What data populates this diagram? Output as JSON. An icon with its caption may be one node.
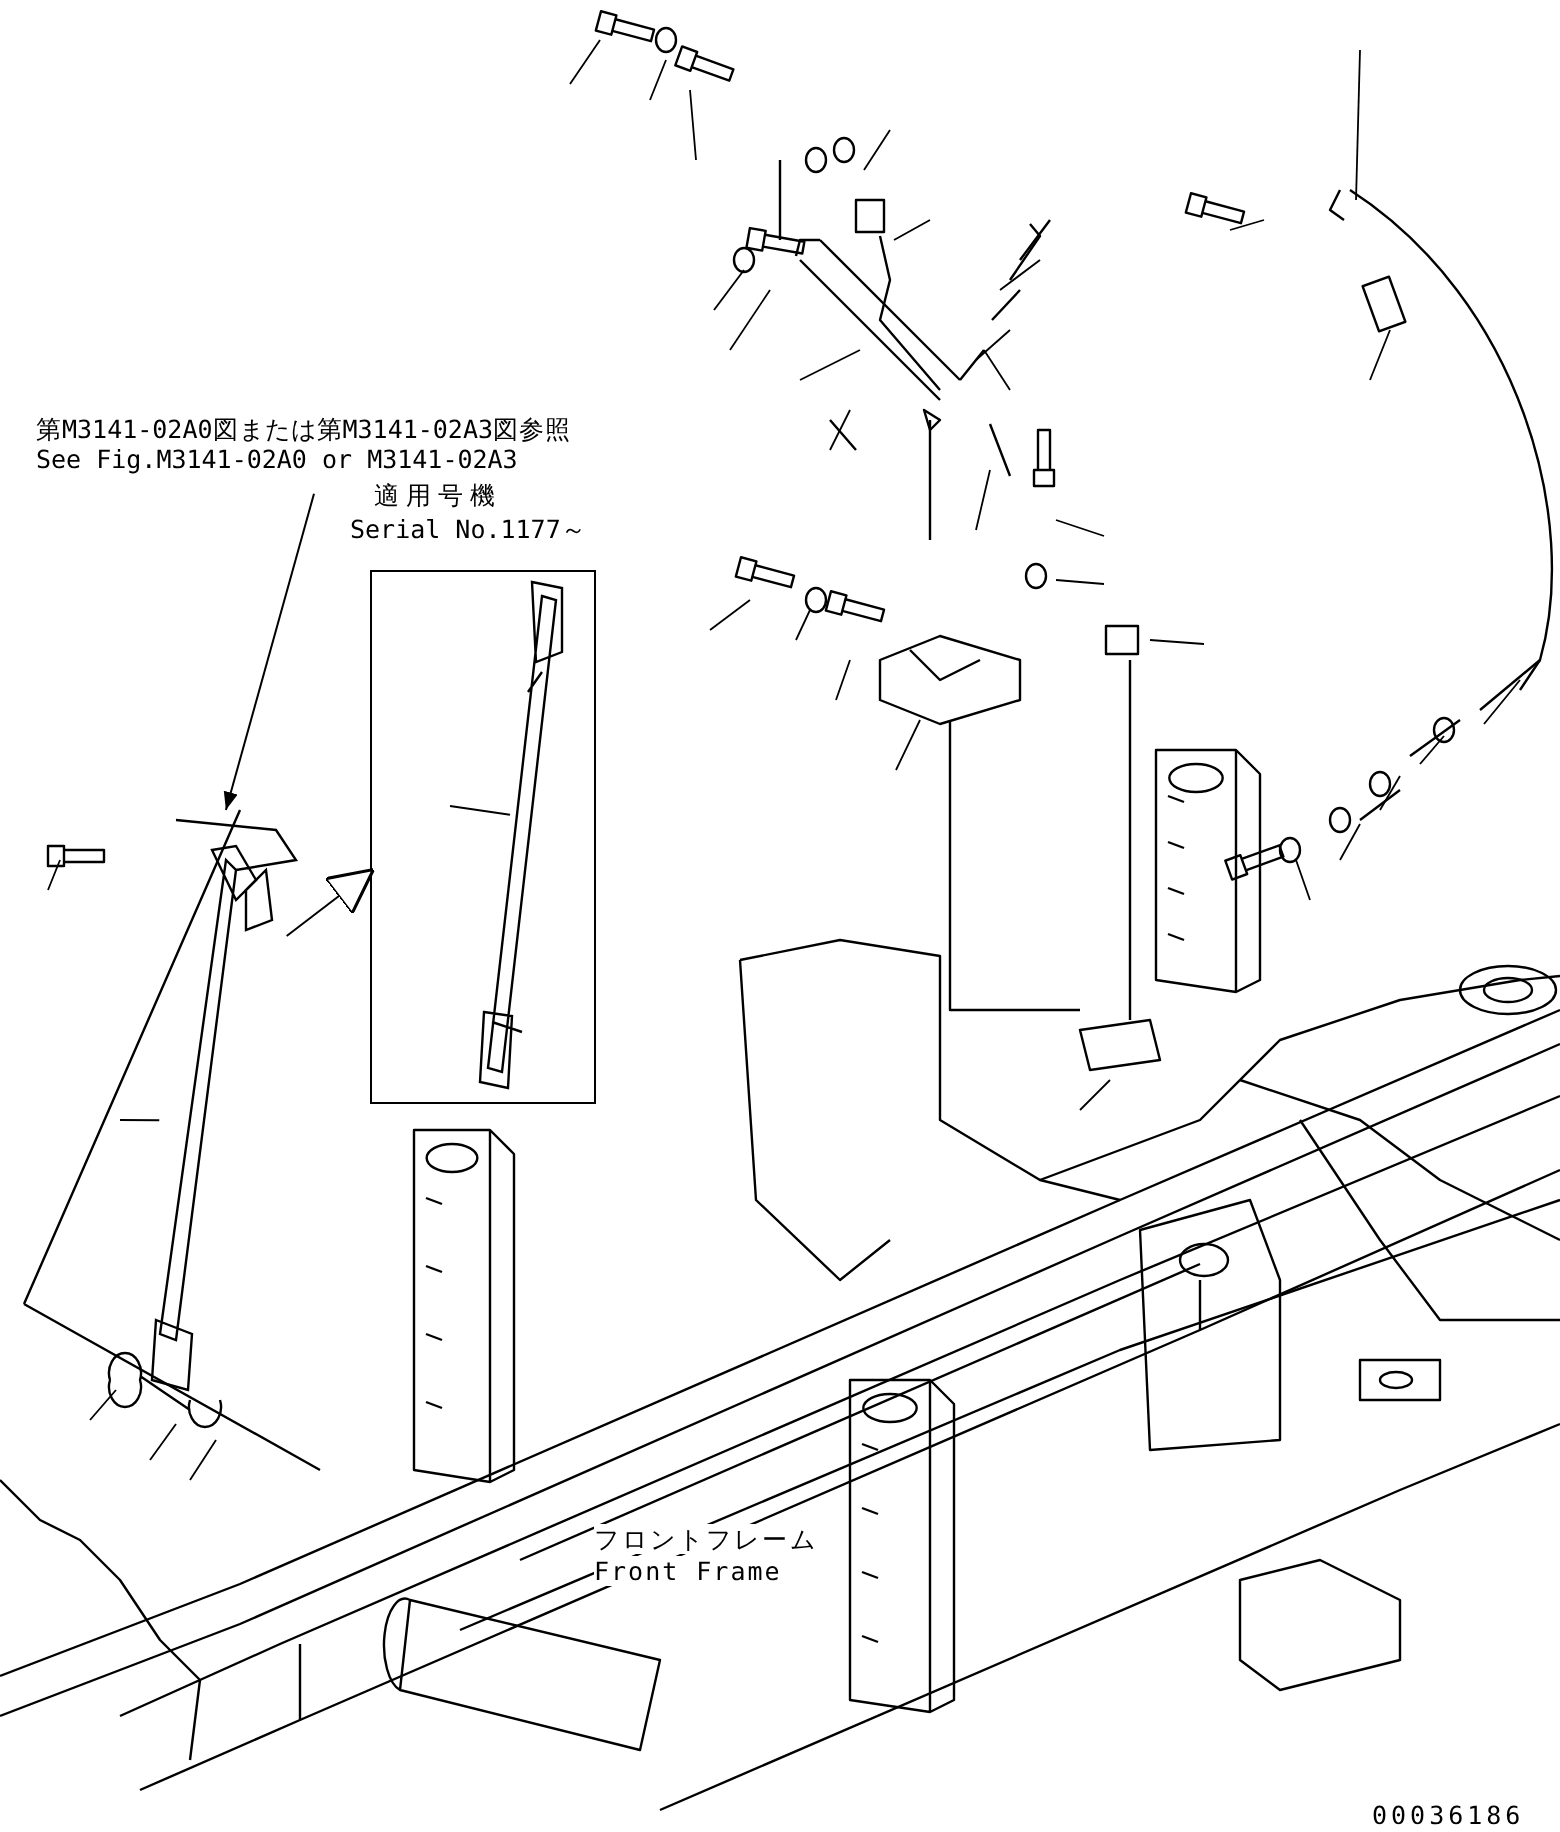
{
  "diagram": {
    "nodes": [
      {
        "text": [
          "第M3141-02A0図または第M3141-02A3図参照",
          "See Fig.M3141-02A0 or M3141-02A3"
        ]
      },
      {
        "text": [
          "適用号機",
          "Serial No.1177～"
        ]
      },
      {
        "text": [],
        "shape": "picture"
      }
    ],
    "edges": [
      {
        "from": 0,
        "to": 2,
        "arrow": "to"
      },
      {
        "from": 2,
        "to": 1,
        "arrow": "to"
      },
      {
        "from": null,
        "to": 1,
        "arrow": "none"
      },
      {
        "from": null,
        "to": 2,
        "arrow": "none"
      }
    ],
    "labels": [
      "フロントフレーム",
      "Front Frame",
      "00036186"
    ]
  }
}
